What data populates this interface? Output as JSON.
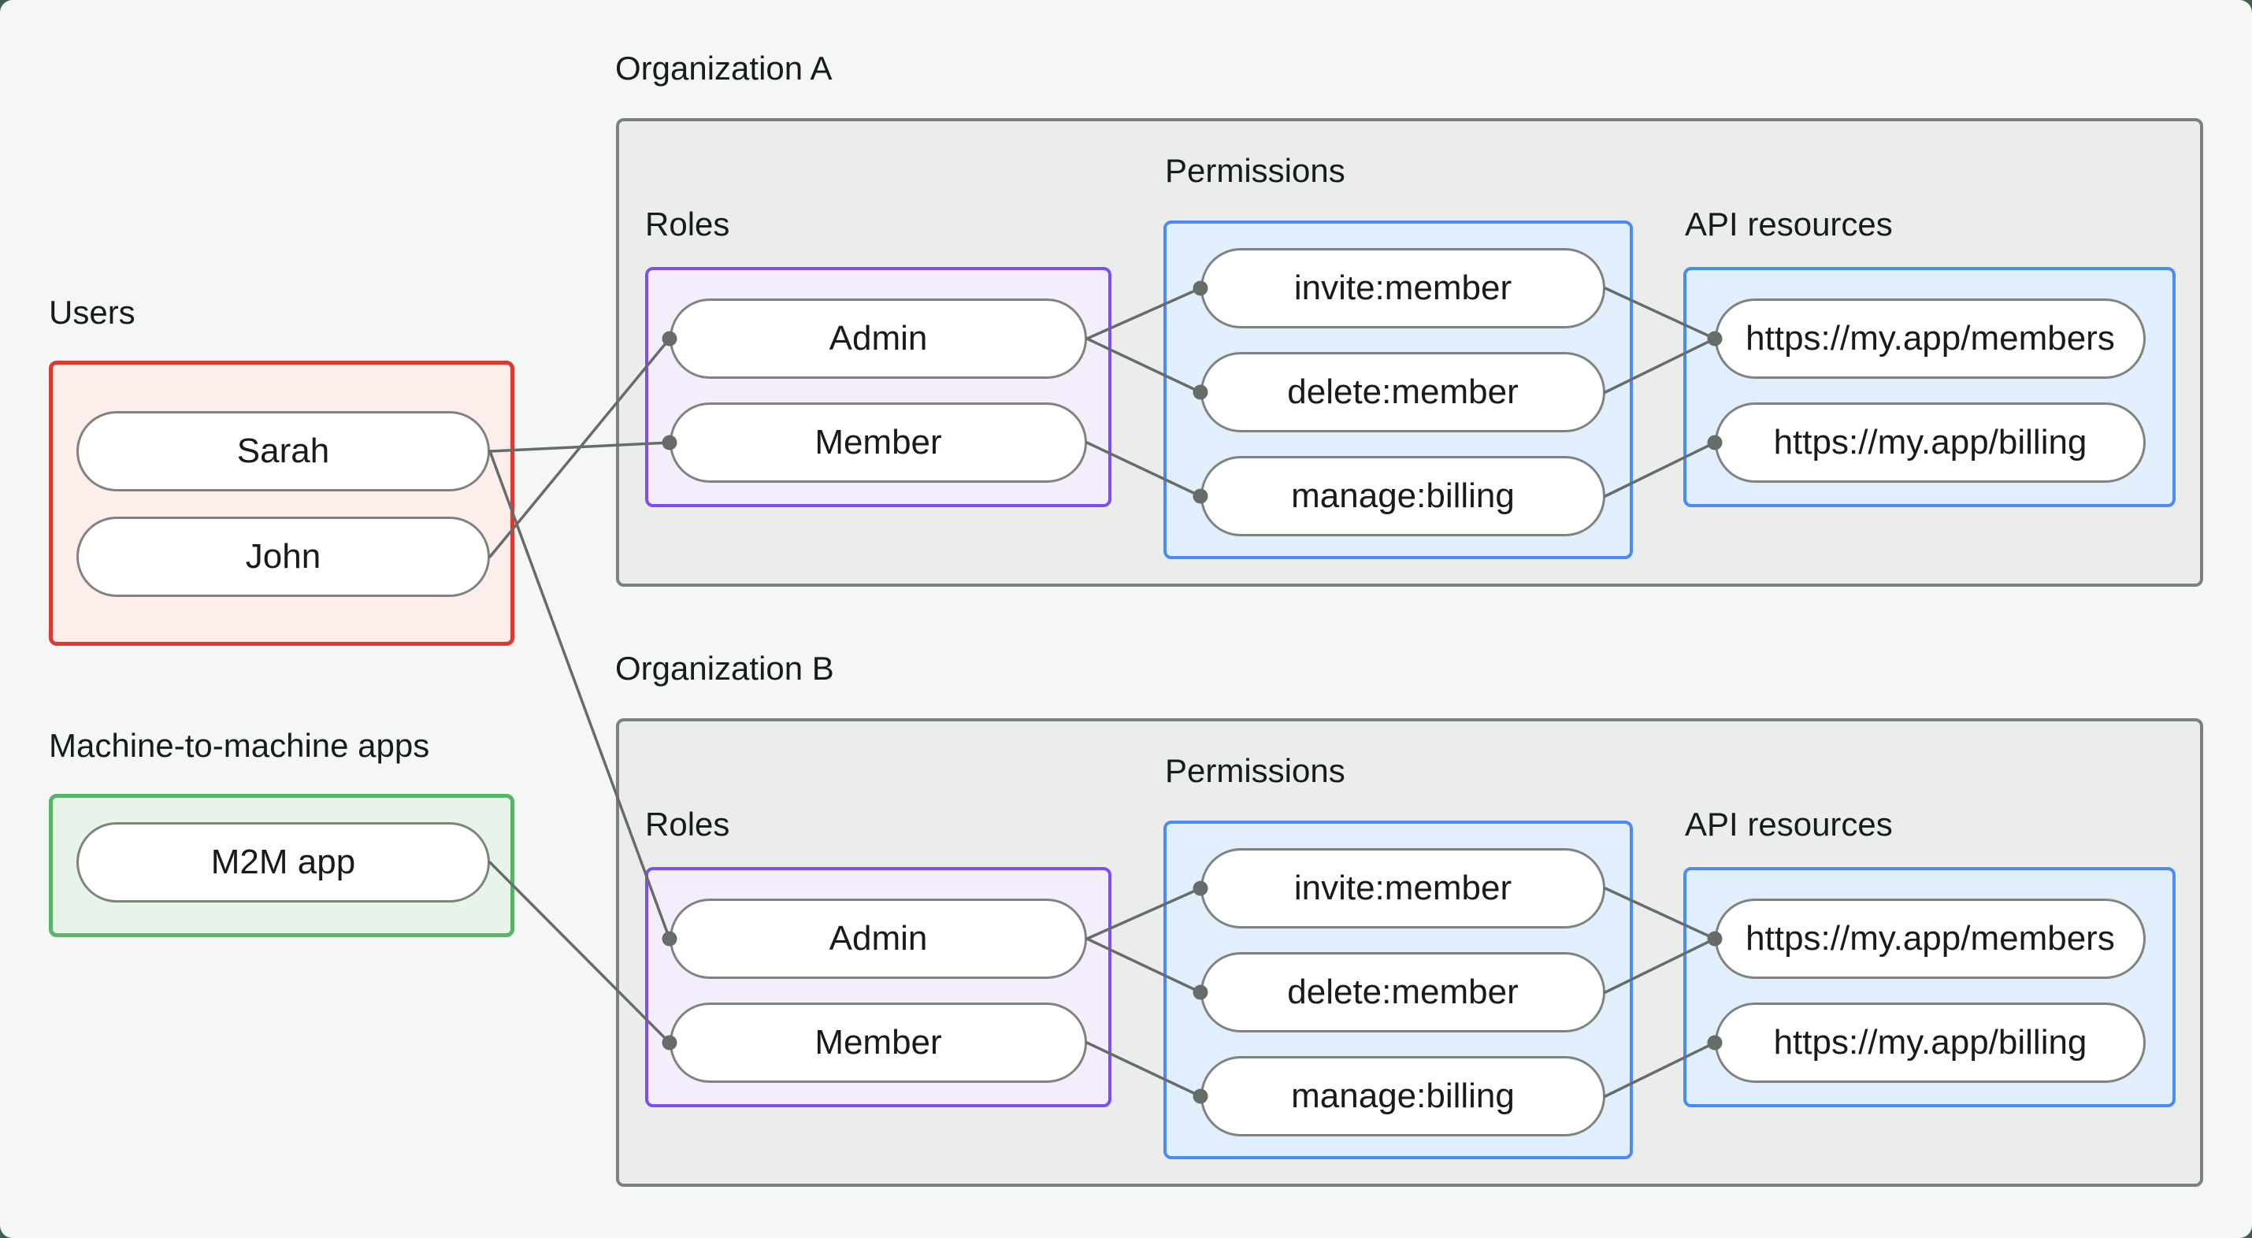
{
  "canvas": {
    "background": "#f5f7f6",
    "page_background": "#3d5f4b",
    "connector_color": "#686c69",
    "text_color": "#171c19"
  },
  "sections": {
    "users": {
      "label": "Users",
      "border_color": "#d93a31",
      "fill_color": "#fdeeec",
      "nodes": [
        {
          "id": "sarah",
          "label": "Sarah"
        },
        {
          "id": "john",
          "label": "John"
        }
      ]
    },
    "m2m": {
      "label": "Machine-to-machine apps",
      "border_color": "#57b469",
      "fill_color": "#e8f4ea",
      "nodes": [
        {
          "id": "m2m-app",
          "label": "M2M app"
        }
      ]
    }
  },
  "organizations": [
    {
      "id": "org-a",
      "title": "Organization A",
      "roles": {
        "label": "Roles",
        "border_color": "#7d4ff2",
        "nodes": [
          {
            "id": "org-a-admin",
            "label": "Admin"
          },
          {
            "id": "org-a-member",
            "label": "Member"
          }
        ]
      },
      "permissions": {
        "label": "Permissions",
        "border_color": "#4b8cf4",
        "nodes": [
          {
            "id": "org-a-invite",
            "label": "invite:member"
          },
          {
            "id": "org-a-delete",
            "label": "delete:member"
          },
          {
            "id": "org-a-manage",
            "label": "manage:billing"
          }
        ]
      },
      "api": {
        "label": "API resources",
        "border_color": "#4b8cf4",
        "nodes": [
          {
            "id": "org-a-members-api",
            "label": "https://my.app/members"
          },
          {
            "id": "org-a-billing-api",
            "label": "https://my.app/billing"
          }
        ]
      }
    },
    {
      "id": "org-b",
      "title": "Organization B",
      "roles": {
        "label": "Roles",
        "border_color": "#7d4ff2",
        "nodes": [
          {
            "id": "org-b-admin",
            "label": "Admin"
          },
          {
            "id": "org-b-member",
            "label": "Member"
          }
        ]
      },
      "permissions": {
        "label": "Permissions",
        "border_color": "#4b8cf4",
        "nodes": [
          {
            "id": "org-b-invite",
            "label": "invite:member"
          },
          {
            "id": "org-b-delete",
            "label": "delete:member"
          },
          {
            "id": "org-b-manage",
            "label": "manage:billing"
          }
        ]
      },
      "api": {
        "label": "API resources",
        "border_color": "#4b8cf4",
        "nodes": [
          {
            "id": "org-b-members-api",
            "label": "https://my.app/members"
          },
          {
            "id": "org-b-billing-api",
            "label": "https://my.app/billing"
          }
        ]
      }
    }
  ],
  "connections": [
    {
      "from": "sarah",
      "to": "org-a-member"
    },
    {
      "from": "john",
      "to": "org-a-admin"
    },
    {
      "from": "sarah",
      "to": "org-b-admin"
    },
    {
      "from": "m2m-app",
      "to": "org-b-member"
    },
    {
      "from": "org-a-admin",
      "to": "org-a-invite"
    },
    {
      "from": "org-a-admin",
      "to": "org-a-delete"
    },
    {
      "from": "org-a-member",
      "to": "org-a-manage"
    },
    {
      "from": "org-a-invite",
      "to": "org-a-members-api"
    },
    {
      "from": "org-a-delete",
      "to": "org-a-members-api"
    },
    {
      "from": "org-a-manage",
      "to": "org-a-billing-api"
    },
    {
      "from": "org-b-admin",
      "to": "org-b-invite"
    },
    {
      "from": "org-b-admin",
      "to": "org-b-delete"
    },
    {
      "from": "org-b-member",
      "to": "org-b-manage"
    },
    {
      "from": "org-b-invite",
      "to": "org-b-members-api"
    },
    {
      "from": "org-b-delete",
      "to": "org-b-members-api"
    },
    {
      "from": "org-b-manage",
      "to": "org-b-billing-api"
    }
  ]
}
